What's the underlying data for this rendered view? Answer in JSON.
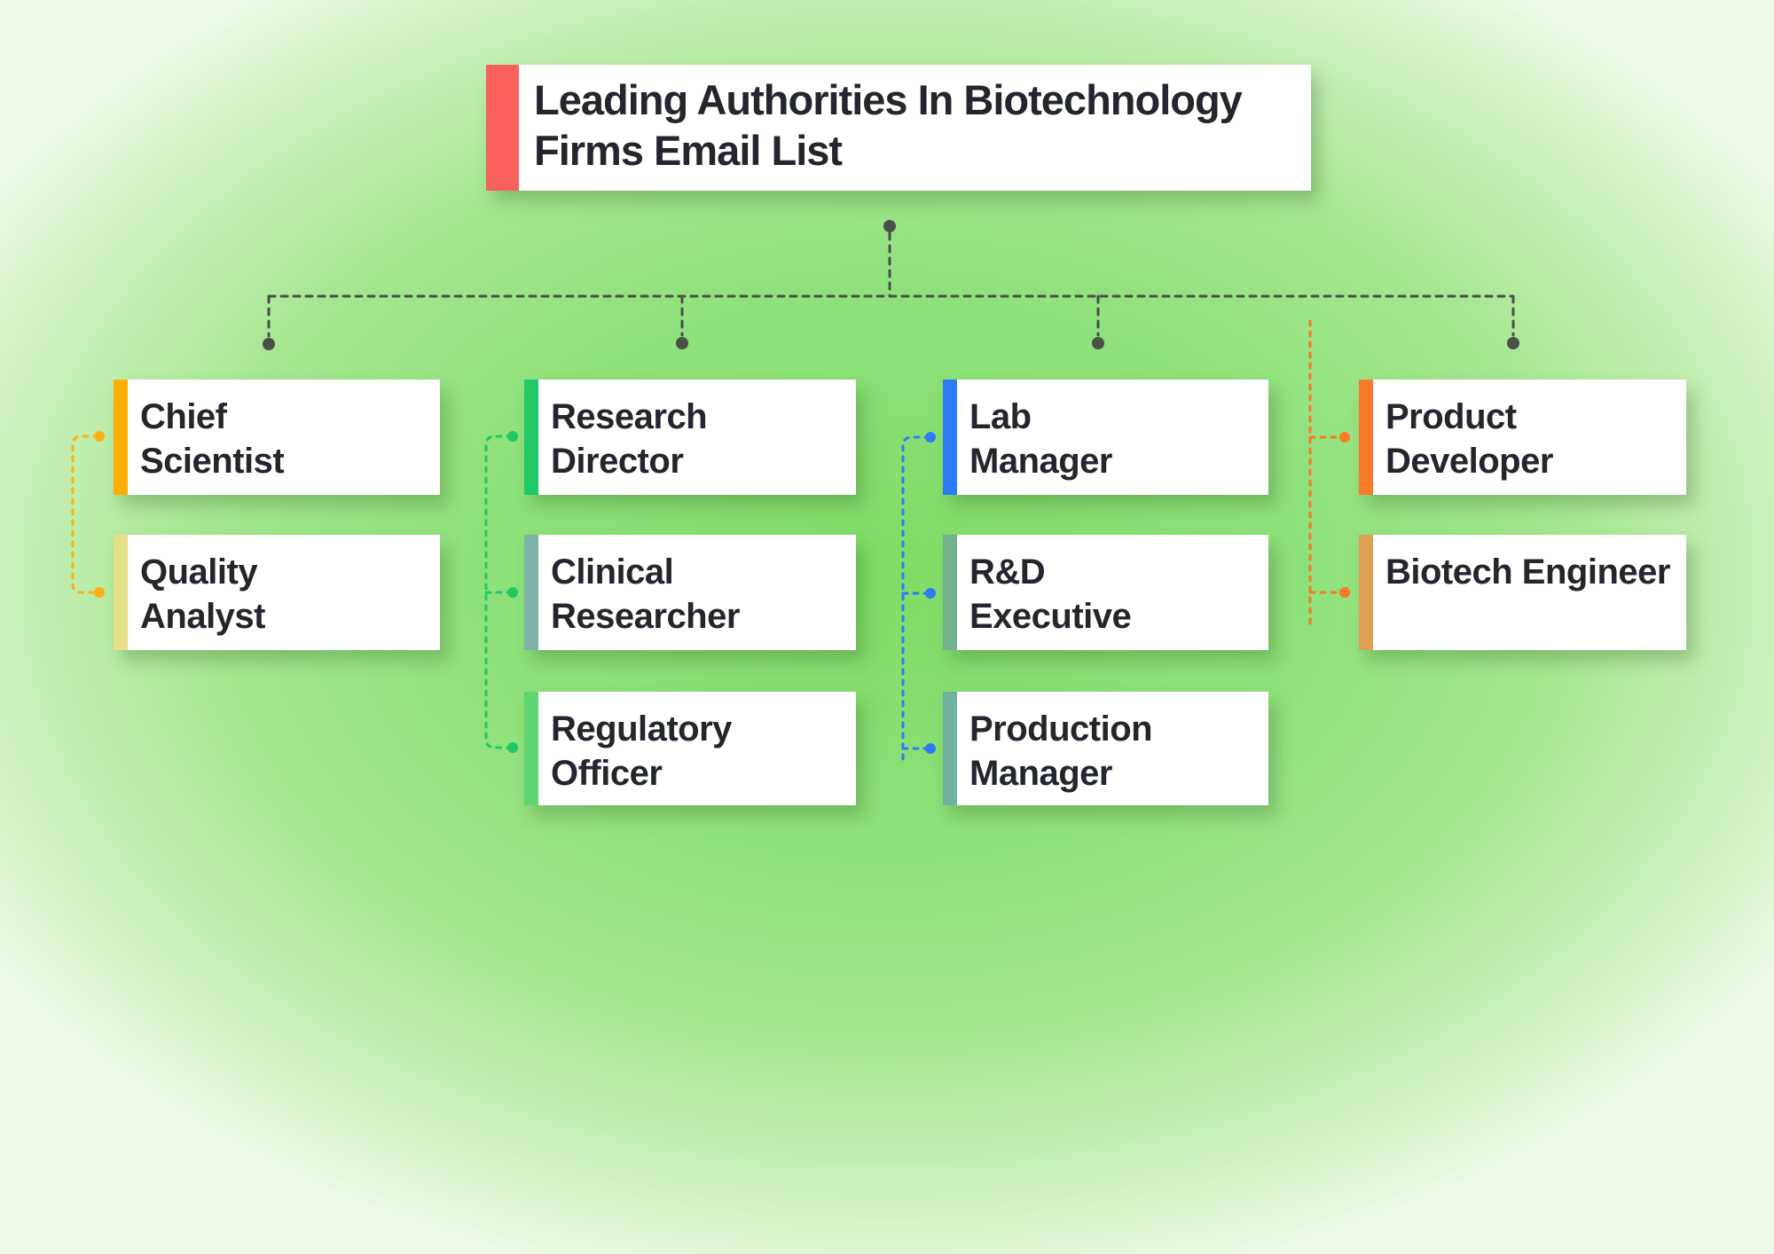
{
  "title": {
    "lines": [
      "Leading Authorities In Biotechnology",
      "Firms Email List"
    ],
    "accent_color": "#f7605b",
    "text_color": "#23262f"
  },
  "tree": {
    "line_color": "#4a4f49"
  },
  "columns": [
    {
      "name": "column-1",
      "connector_color": "#fcb116",
      "boxes": [
        {
          "lines": [
            "Chief",
            "Scientist"
          ],
          "accent_color": "#fdb004"
        },
        {
          "lines": [
            "Quality",
            "Analyst"
          ],
          "accent_color": "#e5e089"
        }
      ]
    },
    {
      "name": "column-2",
      "connector_color": "#21c966",
      "boxes": [
        {
          "lines": [
            "Research",
            "Director"
          ],
          "accent_color": "#21c966"
        },
        {
          "lines": [
            "Clinical",
            "Researcher"
          ],
          "accent_color": "#7fb2a8"
        },
        {
          "lines": [
            "Regulatory",
            "Officer"
          ],
          "accent_color": "#5ed473"
        }
      ]
    },
    {
      "name": "column-3",
      "connector_color": "#2d7bf6",
      "boxes": [
        {
          "lines": [
            "Lab",
            "Manager"
          ],
          "accent_color": "#2d7bf6"
        },
        {
          "lines": [
            "R&D",
            "Executive"
          ],
          "accent_color": "#74b18f"
        },
        {
          "lines": [
            "Production",
            "Manager"
          ],
          "accent_color": "#6fb2a2"
        }
      ]
    },
    {
      "name": "column-4",
      "connector_color": "#f97a28",
      "boxes": [
        {
          "lines": [
            "Product",
            "Developer"
          ],
          "accent_color": "#f97a28"
        },
        {
          "lines": [
            "Biotech Engineer"
          ],
          "accent_color": "#dfa055"
        }
      ]
    }
  ]
}
